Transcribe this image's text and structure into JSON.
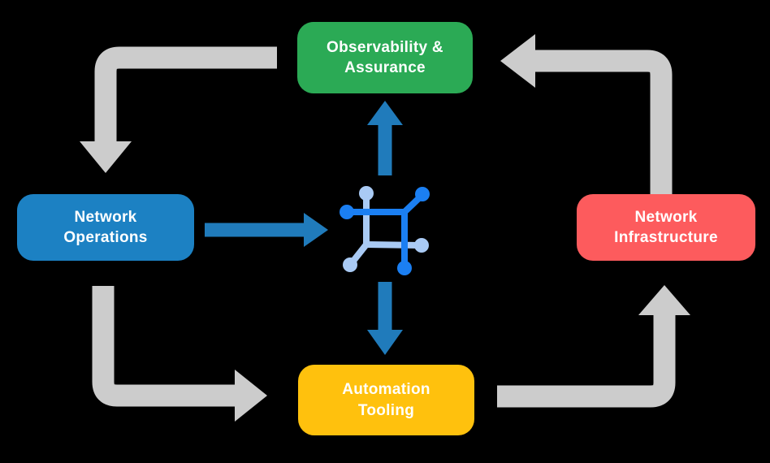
{
  "background": "#000000",
  "nodes": {
    "observability": {
      "lines": [
        "Observability &",
        "Assurance"
      ],
      "color": "#2baa55"
    },
    "operations": {
      "lines": [
        "Network",
        "Operations"
      ],
      "color": "#1c81c3"
    },
    "infrastructure": {
      "lines": [
        "Network",
        "Infrastructure"
      ],
      "color": "#fd5b5d"
    },
    "automation": {
      "lines": [
        "Automation",
        "Tooling"
      ],
      "color": "#ffc10d"
    }
  },
  "center_icon": {
    "name": "network-mesh-icon",
    "primary_color": "#1b7ff2",
    "secondary_color": "#a9caf4"
  },
  "arrows": {
    "cycle_color": "#cccccc",
    "hub_color": "#207bbb",
    "cycle": [
      {
        "from": "observability",
        "to": "operations"
      },
      {
        "from": "operations",
        "to": "automation"
      },
      {
        "from": "automation",
        "to": "infrastructure"
      },
      {
        "from": "infrastructure",
        "to": "observability"
      }
    ],
    "hub": [
      {
        "from": "operations",
        "to": "center-icon"
      },
      {
        "from": "center-icon",
        "to": "observability"
      },
      {
        "from": "center-icon",
        "to": "automation"
      }
    ]
  }
}
